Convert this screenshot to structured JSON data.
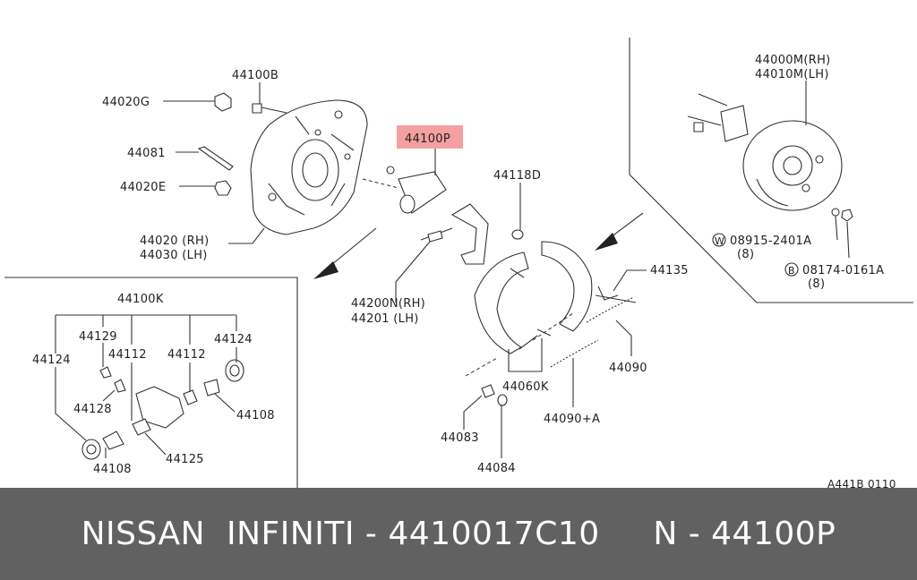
{
  "diagram": {
    "callouts": {
      "p44100B": "44100B",
      "p44020G": "44020G",
      "p44081": "44081",
      "p44020E": "44020E",
      "p44020RH": "44020 (RH)",
      "p44030LH": "44030 (LH)",
      "p44100P": "44100P",
      "p44118D": "44118D",
      "p44200NRH": "44200N(RH)",
      "p44201LH": "44201  (LH)",
      "p44135": "44135",
      "p44090": "44090",
      "p44060K": "44060K",
      "p44090A": "44090+A",
      "p44083": "44083",
      "p44084": "44084",
      "p44000MRH": "44000M(RH)",
      "p44010MLH": "44010M(LH)",
      "p08915": "08915-2401A",
      "p08915qty": "(8)",
      "p08174": "08174-0161A",
      "p08174qty": "(8)",
      "markW": "W",
      "markB": "B",
      "p44100K": "44100K",
      "p44129": "44129",
      "p44124a": "44124",
      "p44124b": "44124",
      "p44112a": "44112",
      "p44112b": "44112",
      "p44128": "44128",
      "p44108a": "44108",
      "p44108b": "44108",
      "p44125": "44125",
      "ref": "A441B 0110"
    },
    "highlight_color": "#f4a0a0"
  },
  "footer": {
    "text": "NISSAN  INFINITI - 4410017C10     N - 44100P"
  }
}
